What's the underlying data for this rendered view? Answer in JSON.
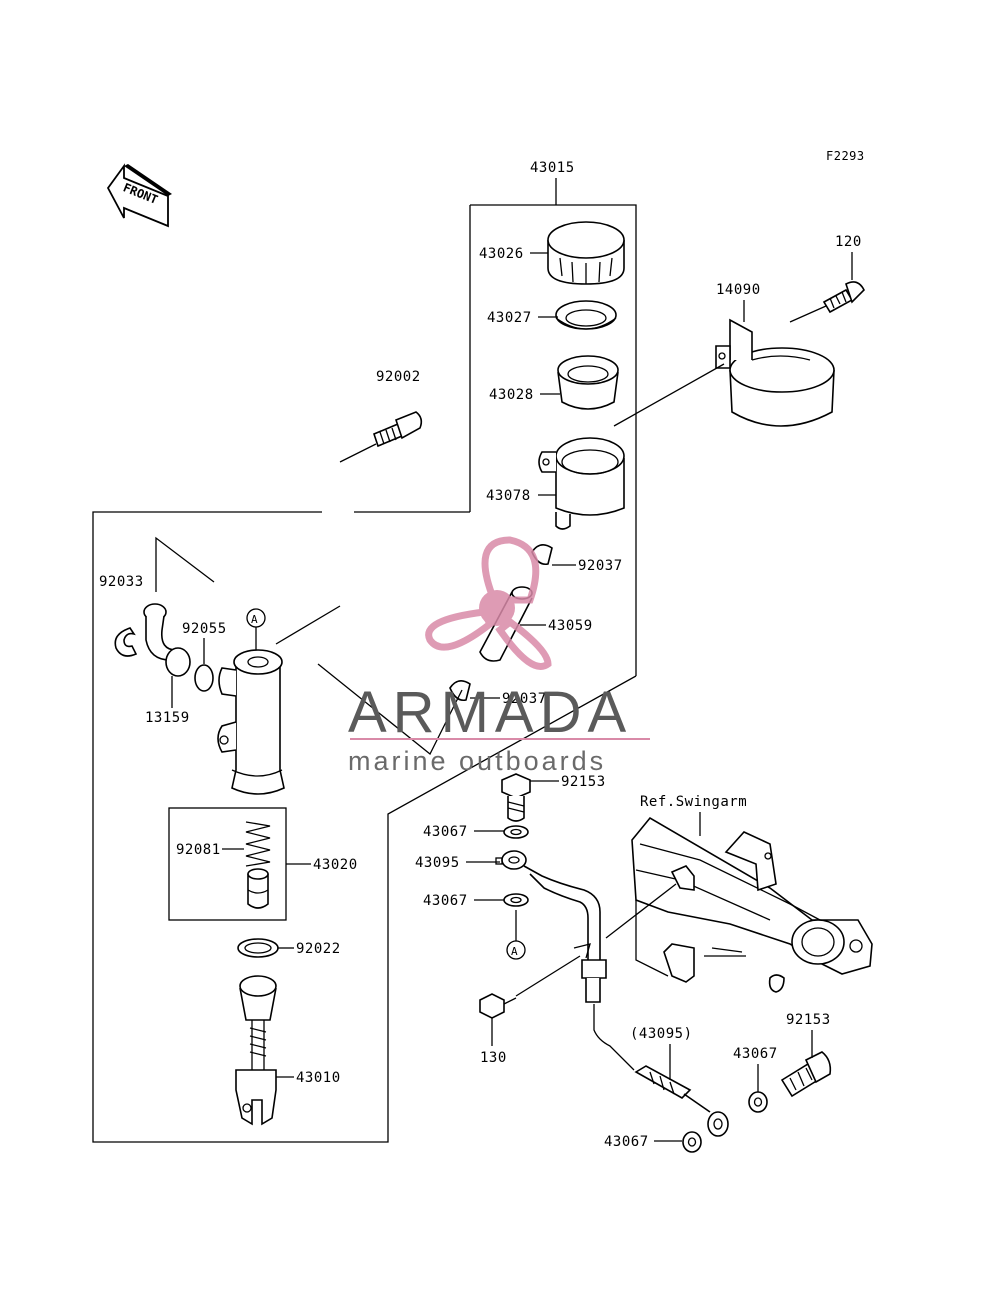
{
  "figure_code": "F2293",
  "front_label": "FRONT",
  "ref_label": "Ref.Swingarm",
  "callout_marker": "A",
  "watermark": {
    "brand": "ARMADA",
    "tagline": "marine outboards",
    "pink": "#d98aa8",
    "grey": "#5a5a5a"
  },
  "parts": {
    "p43015": "43015",
    "p43026": "43026",
    "p43027": "43027",
    "p43028": "43028",
    "p43078": "43078",
    "p92037a": "92037",
    "p43059": "43059",
    "p92037b": "92037",
    "p92002": "92002",
    "p14090": "14090",
    "p120": "120",
    "p92033": "92033",
    "p92055": "92055",
    "p13159": "13159",
    "p92081": "92081",
    "p43020": "43020",
    "p92022": "92022",
    "p43010": "43010",
    "p92153a": "92153",
    "p43067a": "43067",
    "p43095": "43095",
    "p43067b": "43067",
    "p130": "130",
    "p43095ref": "(43095)",
    "p92153b": "92153",
    "p43067c": "43067",
    "p43067d": "43067"
  }
}
